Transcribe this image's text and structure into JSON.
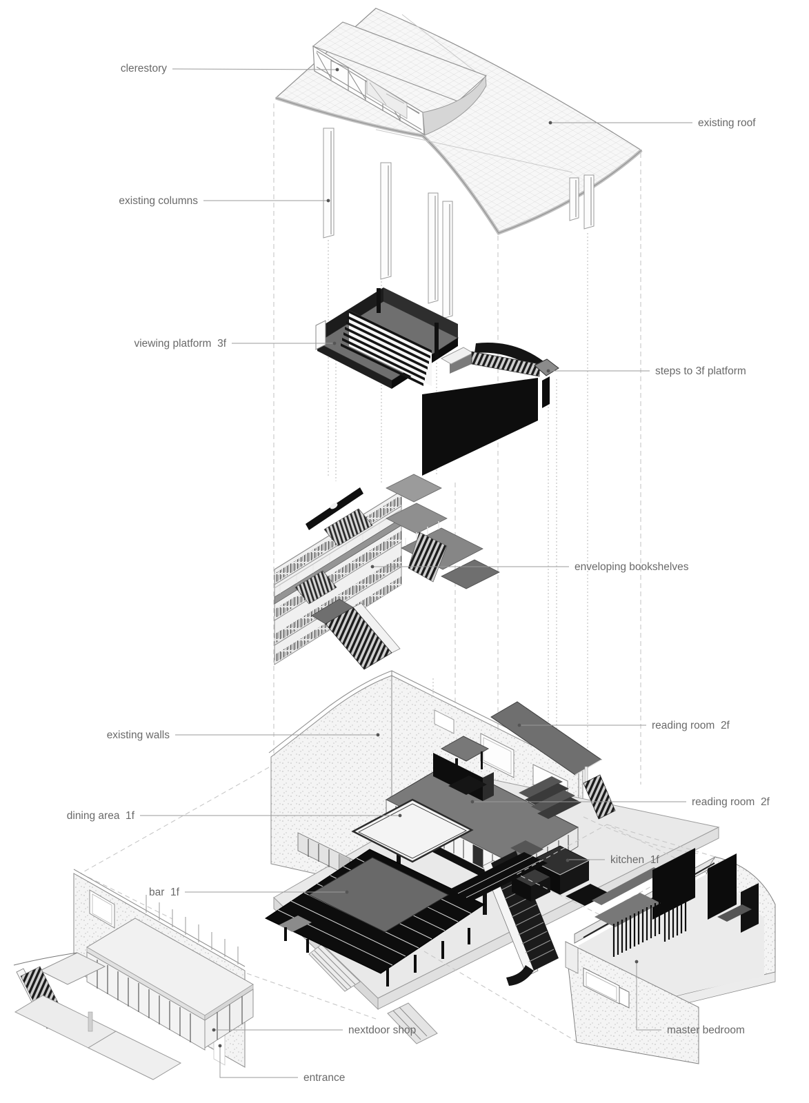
{
  "diagram": {
    "type": "exploded-axonometric-architecture-diagram",
    "background": "#ffffff",
    "line_color": "#8f8f8f",
    "label_color": "#696969",
    "accent_dark": "#0d0d0d",
    "labels": {
      "clerestory": "clerestory",
      "existing_roof": "existing roof",
      "existing_columns": "existing columns",
      "viewing_platform_3f": "viewing platform  3f",
      "steps_to_3f_platform": "steps to 3f platform",
      "enveloping_bookshelves": "enveloping bookshelves",
      "existing_walls": "existing walls",
      "reading_room_2f_upper": "reading room  2f",
      "reading_room_2f_lower": "reading room  2f",
      "dining_area_1f": "dining area  1f",
      "kitchen_1f": "kitchen  1f",
      "bar_1f": "bar  1f",
      "nextdoor_shop": "nextdoor shop",
      "entrance": "entrance",
      "master_bedroom": "master bedroom"
    }
  }
}
